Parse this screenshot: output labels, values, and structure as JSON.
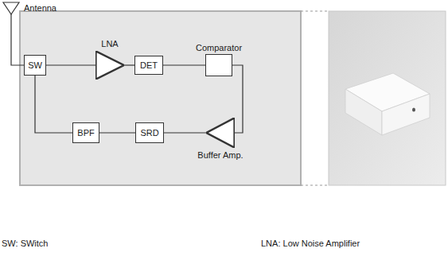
{
  "diagram": {
    "nodes": [
      {
        "text": [
          "SW"
        ]
      },
      {
        "text": [
          "LNA"
        ]
      },
      {
        "text": [
          "DET"
        ]
      },
      {
        "text": [
          "Comparator"
        ]
      },
      {
        "text": [
          "BPF"
        ]
      },
      {
        "text": [
          "SRD"
        ]
      },
      {
        "text": [
          "Buffer Amp."
        ]
      }
    ],
    "edges": [
      {
        "from": 0,
        "to": 1,
        "arrow": "none"
      },
      {
        "from": 1,
        "to": 2,
        "arrow": "none"
      },
      {
        "from": 2,
        "to": 3,
        "arrow": "none"
      },
      {
        "from": 3,
        "to": 6,
        "arrow": "none"
      },
      {
        "from": 6,
        "to": 5,
        "arrow": "none"
      },
      {
        "from": 5,
        "to": 4,
        "arrow": "none"
      },
      {
        "from": 4,
        "to": 0,
        "arrow": "none"
      }
    ],
    "labels": [
      "Antenna",
      "SW: SWitch",
      "LNA: Low Noise Amplifier"
    ]
  }
}
